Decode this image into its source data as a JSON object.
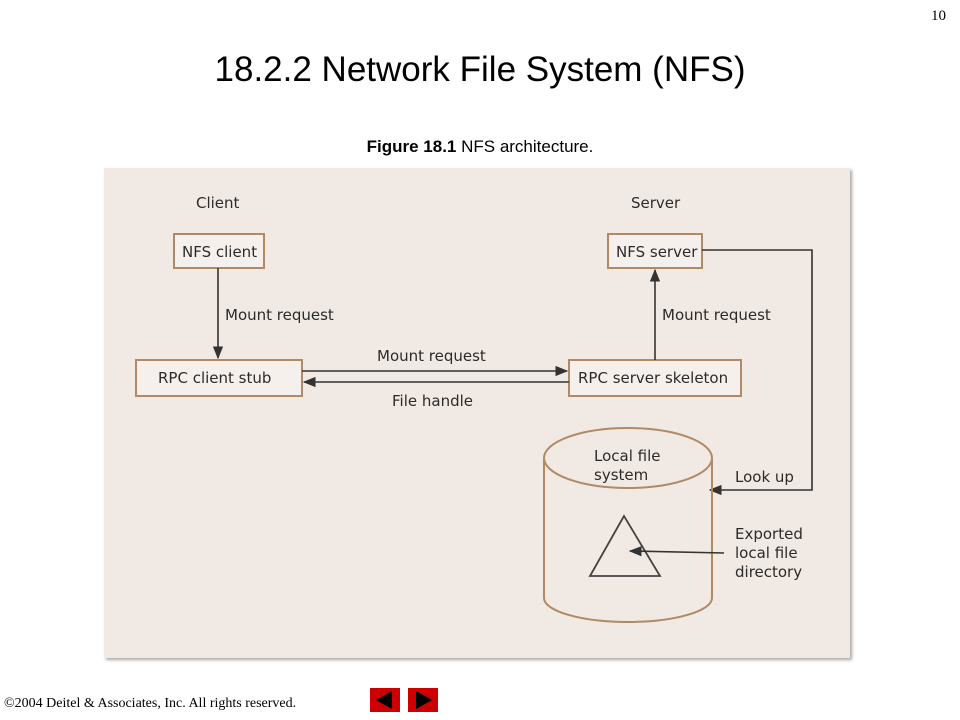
{
  "page_number": "10",
  "title": "18.2.2 Network File System (NFS)",
  "caption": {
    "figure_label": "Figure 18.1",
    "figure_text": " NFS architecture."
  },
  "diagram": {
    "client_header": "Client",
    "server_header": "Server",
    "nfs_client": "NFS client",
    "nfs_server": "NFS server",
    "rpc_client_stub": "RPC client stub",
    "rpc_server_skeleton": "RPC server skeleton",
    "mount_request_left": "Mount request",
    "mount_request_right": "Mount request",
    "mount_request_center": "Mount request",
    "file_handle": "File handle",
    "local_fs_line1": "Local file",
    "local_fs_line2": "system",
    "look_up": "Look up",
    "exported_line1": "Exported",
    "exported_line2": "local file",
    "exported_line3": "directory",
    "colors": {
      "box_stroke": "#b08a66",
      "panel_bg": "#f1e9e3",
      "arrow": "#333333"
    }
  },
  "footer": {
    "copyright_symbol": "©",
    "text": " 2004 Deitel & Associates, Inc.  All rights reserved."
  },
  "nav": {
    "prev_icon": "previous-arrow-icon",
    "next_icon": "next-arrow-icon",
    "color": "#cc0000"
  }
}
